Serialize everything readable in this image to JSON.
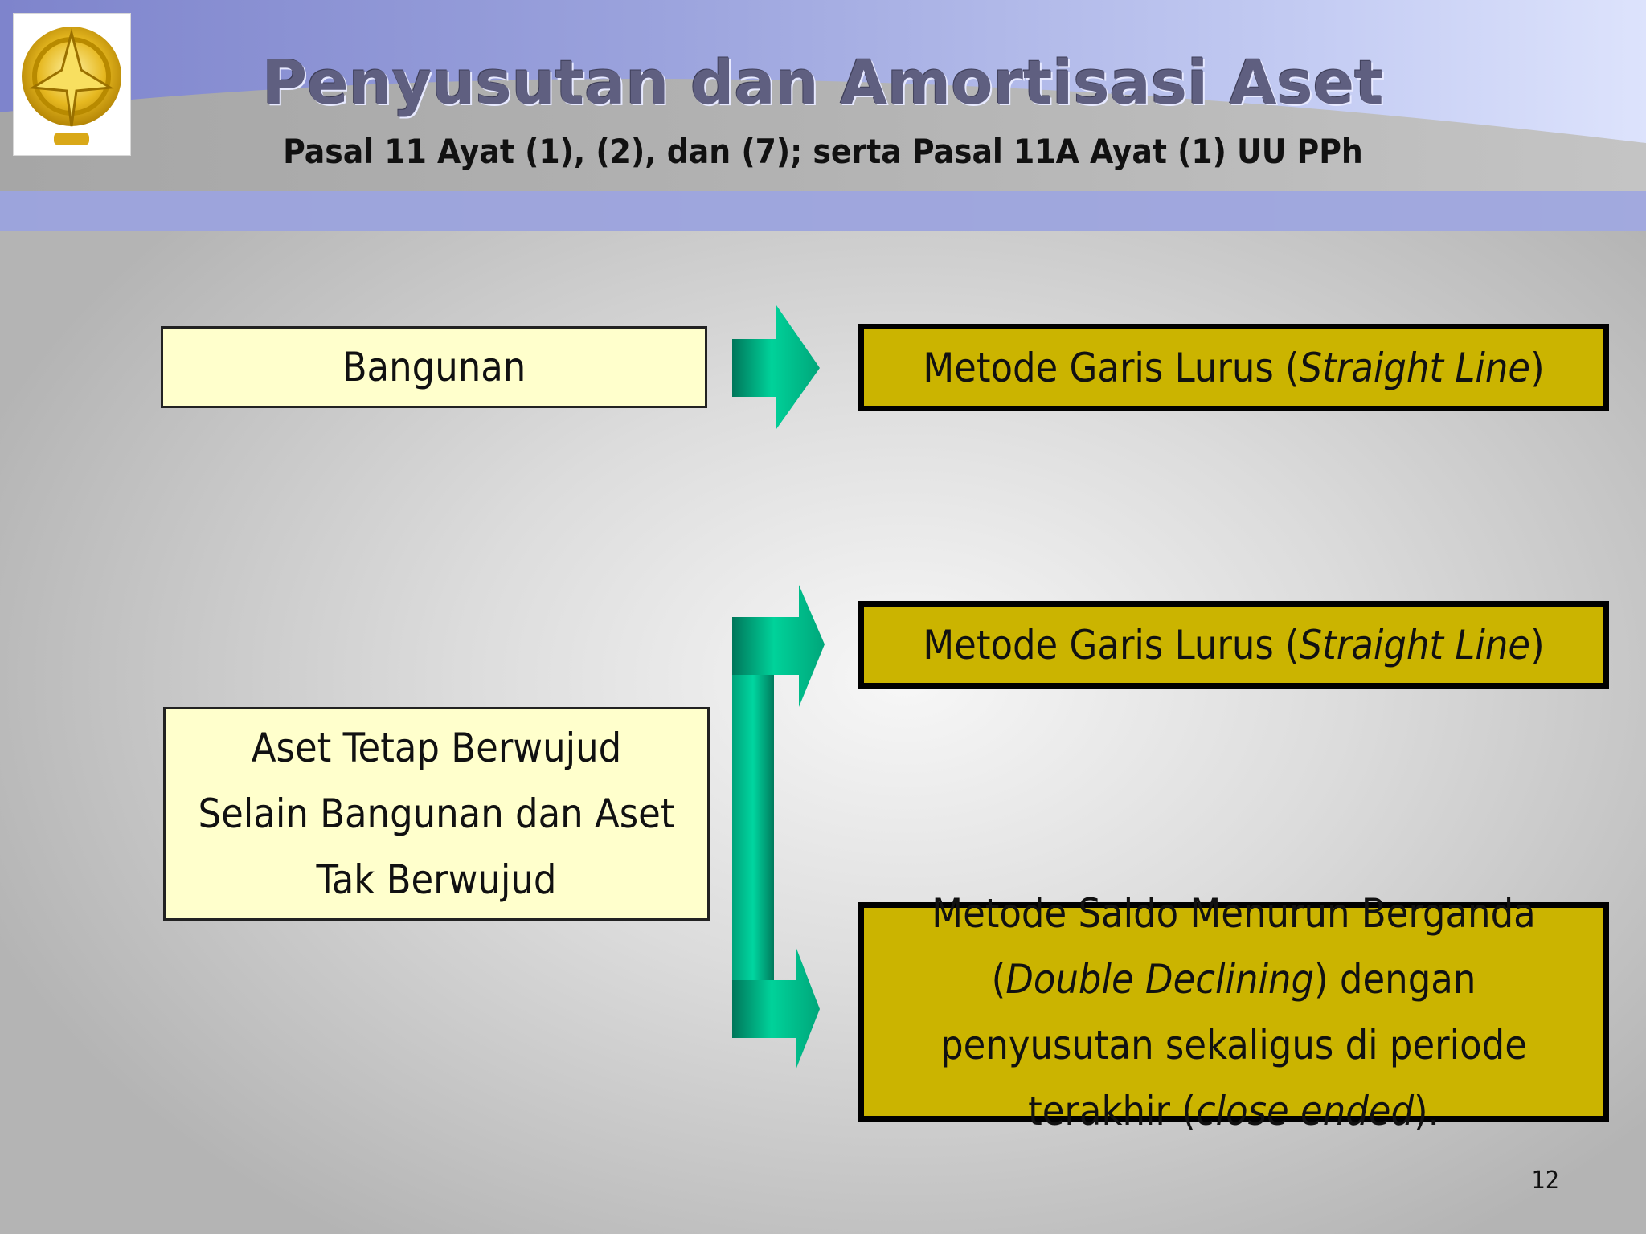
{
  "slide": {
    "title": "Penyusutan dan Amortisasi Aset",
    "subtitle": "Pasal 11 Ayat (1), (2), dan (7); serta Pasal 11A Ayat (1) UU PPh",
    "page_number": "12",
    "logo_icon": "university-emblem-icon"
  },
  "diagram": {
    "sources": [
      {
        "label": "Bangunan"
      },
      {
        "label": "Aset Tetap Berwujud Selain Bangunan dan Aset Tak Berwujud"
      }
    ],
    "methods": [
      {
        "text": "Metode Garis Lurus (",
        "italic": "Straight Line",
        "tail": ")"
      },
      {
        "text": "Metode Garis Lurus (",
        "italic": "Straight Line",
        "tail": ")"
      },
      {
        "text": "Metode Saldo Menurun Berganda (",
        "italic": "Double Declining",
        "mid": ") dengan penyusutan sekaligus di periode terakhir (",
        "italic2": "close ended",
        "tail": ")."
      }
    ]
  },
  "colors": {
    "source_fill": "#ffffcc",
    "method_fill": "#cbb400",
    "arrow_green": "#00b888"
  }
}
